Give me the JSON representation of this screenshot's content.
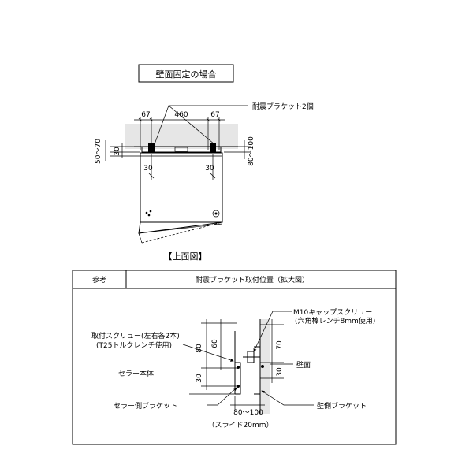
{
  "title": "壁面固定の場合",
  "top": {
    "bracket_label": "耐震ブラケット2個",
    "dims": {
      "left": "67",
      "mid": "460",
      "right": "67",
      "left_v": "50～70",
      "left_v_small": "30",
      "right_v": "80～100",
      "below_left": "30",
      "below_right": "30"
    },
    "caption": "【上面図】"
  },
  "ref": {
    "header_left": "参考",
    "header_right": "耐震ブラケット取付位置（拡大図）",
    "label_screw": "取付スクリュー(左右各2本)",
    "label_screw_tool": "(T25トルクレンチ使用)",
    "label_body": "セラー本体",
    "label_cellar_bracket": "セラー側ブラケット",
    "label_cap_screw": "M10キャップスクリュー",
    "label_cap_tool": "(六角棒レンチ8mm使用)",
    "label_wall": "壁面",
    "label_wall_bracket": "壁側ブラケット",
    "dims": {
      "v80": "80",
      "v60": "60",
      "v30": "30",
      "v70": "70",
      "v30b": "30",
      "h80_100": "80～100",
      "slide": "（スライド20mm）"
    }
  }
}
